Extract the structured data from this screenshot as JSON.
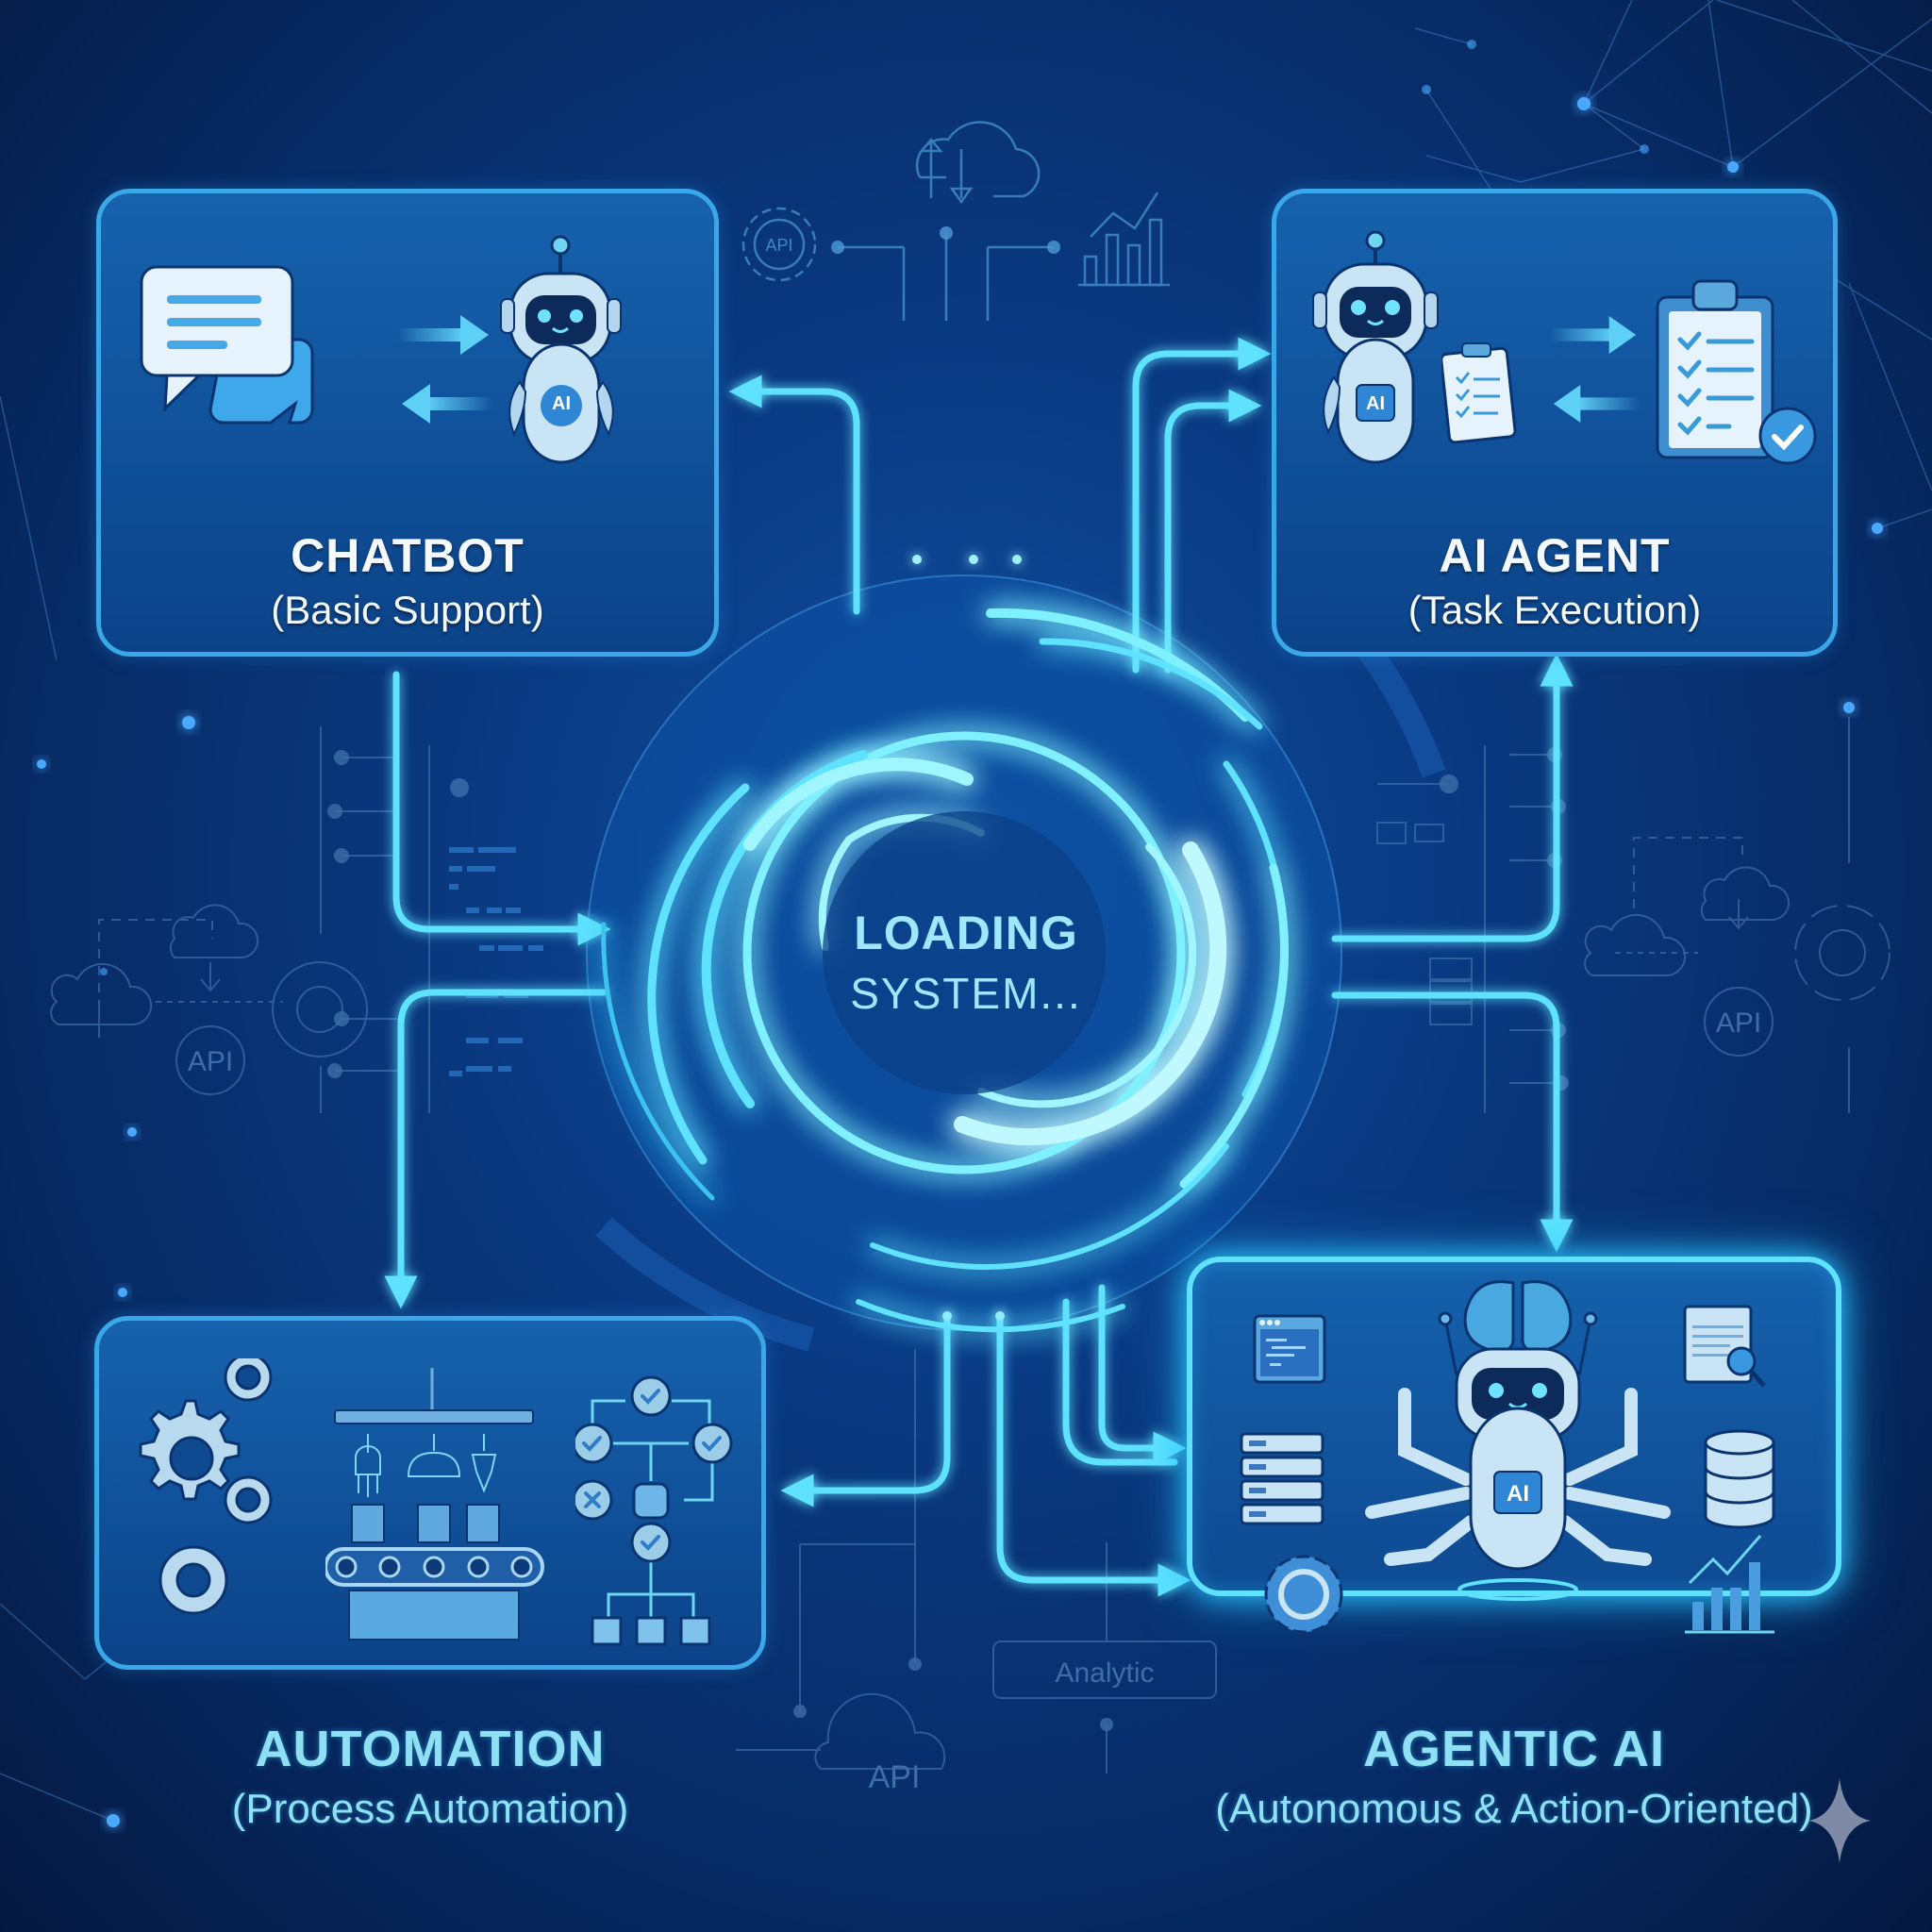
{
  "center": {
    "loading_line1": "LOADING",
    "loading_line2": "SYSTEM..."
  },
  "cards": [
    {
      "id": "chatbot",
      "title": "CHATBOT",
      "subtitle": "(Basic Support)",
      "badge": "AI",
      "icons": [
        "chat-bubbles-icon",
        "arrow-right-icon",
        "arrow-left-icon",
        "robot-icon"
      ]
    },
    {
      "id": "ai-agent",
      "title": "AI AGENT",
      "subtitle": "(Task Execution)",
      "badge": "AI",
      "icons": [
        "robot-icon",
        "small-clipboard-icon",
        "arrow-right-icon",
        "arrow-left-icon",
        "checklist-clipboard-icon",
        "check-badge-icon"
      ]
    },
    {
      "id": "automation",
      "title": "AUTOMATION",
      "subtitle": "(Process Automation)",
      "icons": [
        "gears-icon",
        "conveyor-belt-icon",
        "robotic-arms-icon",
        "workflow-chart-icon"
      ]
    },
    {
      "id": "agentic-ai",
      "title": "AGENTIC AI",
      "subtitle": "(Autonomous & Action-Oriented)",
      "badge": "AI",
      "icons": [
        "brain-icon",
        "multi-arm-robot-icon",
        "code-window-icon",
        "document-search-icon",
        "server-icon",
        "database-icon",
        "gear-sync-icon",
        "growth-chart-icon"
      ]
    }
  ],
  "background_labels": {
    "api_top": "API",
    "api_left": "API",
    "api_right": "API",
    "api_bottom": "API",
    "analytic": "Analytic"
  },
  "colors": {
    "background": "#0a3a82",
    "card_fill": "#1561ac",
    "card_border": "#3aa8e8",
    "glow_cyan": "#5fe2ff",
    "title_white": "#f4f8ff",
    "title_cyan": "#8fe0f5"
  }
}
